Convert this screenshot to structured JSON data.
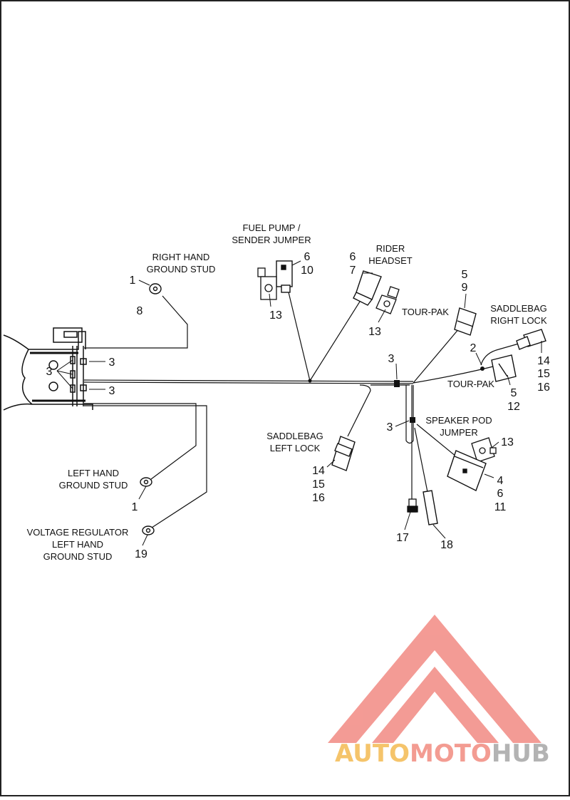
{
  "labels": {
    "right_hand_ground_stud": [
      "RIGHT HAND",
      "GROUND STUD"
    ],
    "fuel_pump_sender_jumper": [
      "FUEL PUMP /",
      "SENDER JUMPER"
    ],
    "rider_headset": [
      "RIDER",
      "HEADSET"
    ],
    "tour_pak_upper": "TOUR-PAK",
    "saddlebag_right_lock": [
      "SADDLEBAG",
      "RIGHT LOCK"
    ],
    "tour_pak_lower": "TOUR-PAK",
    "saddlebag_left_lock": [
      "SADDLEBAG",
      "LEFT LOCK"
    ],
    "speaker_pod_jumper": [
      "SPEAKER POD",
      "JUMPER"
    ],
    "left_hand_ground_stud": [
      "LEFT HAND",
      "GROUND STUD"
    ],
    "voltage_regulator_ground_stud": [
      "VOLTAGE REGULATOR",
      "LEFT HAND",
      "GROUND STUD"
    ]
  },
  "callouts": {
    "rh_stud": [
      "1",
      "8"
    ],
    "fuel_pump": [
      "6",
      "10"
    ],
    "fuel_pump_cap": "13",
    "rider_headset": [
      "6",
      "7"
    ],
    "rider_headset_cap": "13",
    "tour_pak_upper": [
      "5",
      "9"
    ],
    "saddlebag_right": [
      "14",
      "15",
      "16"
    ],
    "clip_right": "2",
    "tour_pak_lower": [
      "5",
      "12"
    ],
    "clip_center": "3",
    "clip_left_group": "3",
    "clip_frame_upper": "3",
    "clip_frame_lower": "3",
    "clip_vertical": "3",
    "saddlebag_left": [
      "14",
      "15",
      "16"
    ],
    "speaker_pod_cap": "13",
    "speaker_pod": [
      "4",
      "6",
      "11"
    ],
    "lh_stud": "1",
    "vr_stud": "19",
    "item_17": "17",
    "item_18": "18"
  },
  "watermark": {
    "text_part1": "AUTO",
    "text_part2": "MOTO",
    "text_part3": "HUB",
    "color_part1": "#f2b13a",
    "color_part2": "#ef7b6e",
    "color_part3": "#9a9a9a",
    "logo_color": "#f07a72"
  }
}
